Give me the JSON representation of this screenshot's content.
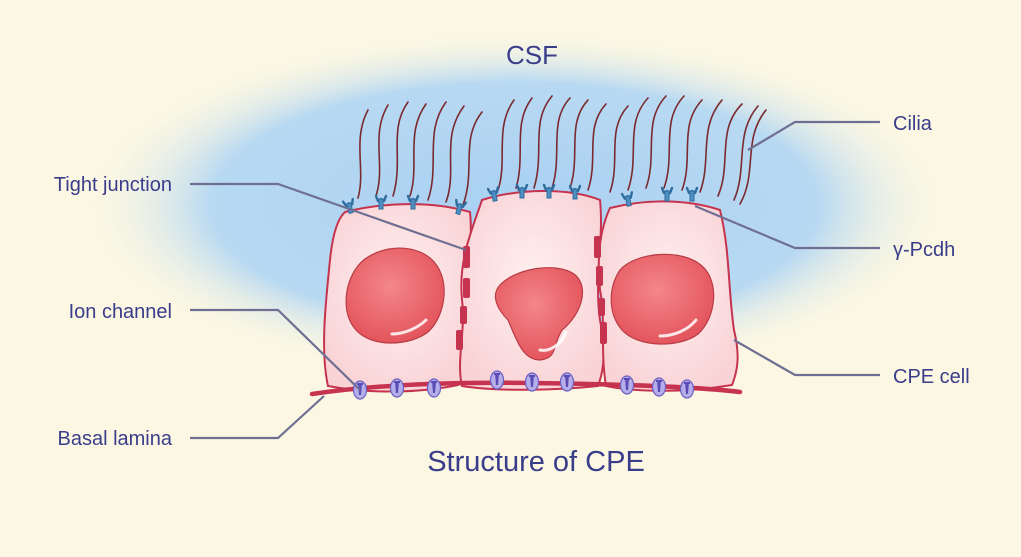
{
  "title": "Structure of CPE",
  "region_label": "CSF",
  "labels": {
    "tight_junction": "Tight junction",
    "ion_channel": "Ion channel",
    "basal_lamina": "Basal lamina",
    "cilia": "Cilia",
    "pcdh": "γ-Pcdh",
    "cpe_cell": "CPE cell"
  },
  "colors": {
    "background": "#fbf7e3",
    "csf_fluid": "#a9d0f3",
    "text": "#3a3d8a",
    "leader_line": "#6f6f94",
    "cell_fill": "#fcdcdc",
    "cell_outline": "#c6334e",
    "nucleus": "#e8585f",
    "cilia": "#7a2a2e",
    "receptor": "#3d7fb5",
    "ion_channel": "#8a7ad8"
  },
  "cell_count": 3
}
